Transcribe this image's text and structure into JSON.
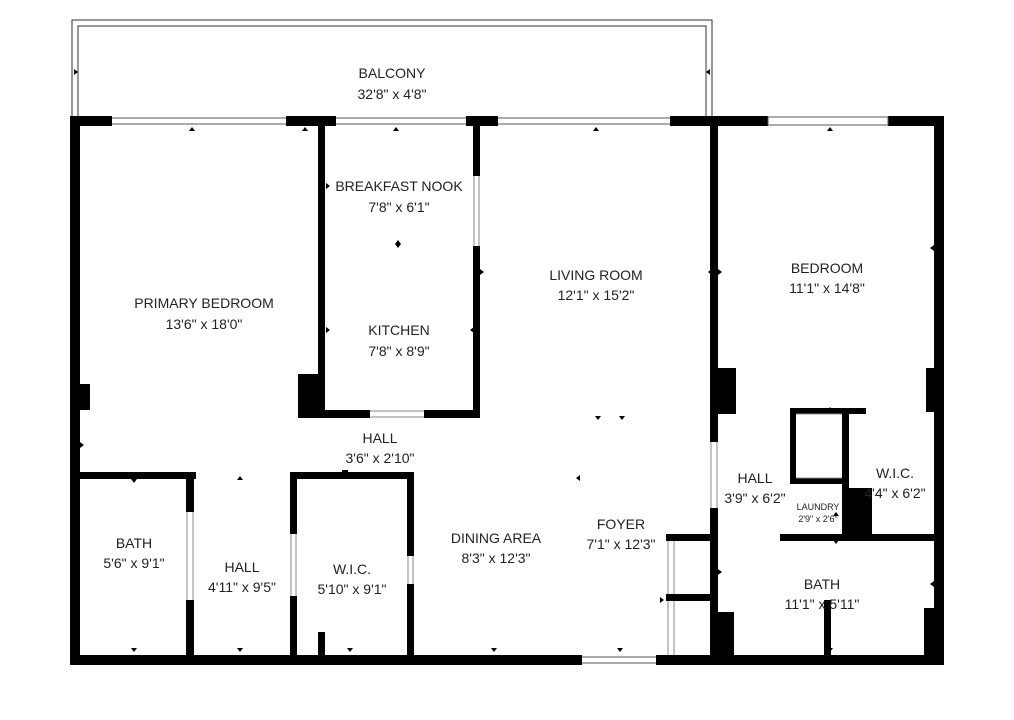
{
  "rooms": {
    "balcony": {
      "name": "BALCONY",
      "dims": "32'8\" x 4'8\""
    },
    "breakfast_nook": {
      "name": "BREAKFAST NOOK",
      "dims": "7'8\" x 6'1\""
    },
    "kitchen": {
      "name": "KITCHEN",
      "dims": "7'8\" x 8'9\""
    },
    "primary_bedroom": {
      "name": "PRIMARY BEDROOM",
      "dims": "13'6\" x 18'0\""
    },
    "living_room": {
      "name": "LIVING ROOM",
      "dims": "12'1\" x 15'2\""
    },
    "bedroom": {
      "name": "BEDROOM",
      "dims": "11'1\" x 14'8\""
    },
    "hall_center": {
      "name": "HALL",
      "dims": "3'6\" x 2'10\""
    },
    "hall_right": {
      "name": "HALL",
      "dims": "3'9\" x 6'2\""
    },
    "wic_right": {
      "name": "W.I.C.",
      "dims": "4'4\" x 6'2\""
    },
    "laundry": {
      "name": "LAUNDRY",
      "dims": "2'9\" x 2'6\""
    },
    "bath_left": {
      "name": "BATH",
      "dims": "5'6\" x 9'1\""
    },
    "hall_left": {
      "name": "HALL",
      "dims": "4'11\" x 9'5\""
    },
    "wic_left": {
      "name": "W.I.C.",
      "dims": "5'10\" x 9'1\""
    },
    "dining_area": {
      "name": "DINING AREA",
      "dims": "8'3\" x 12'3\""
    },
    "foyer": {
      "name": "FOYER",
      "dims": "7'1\" x 12'3\""
    },
    "bath_right": {
      "name": "BATH",
      "dims": "11'1\" x 5'11\""
    }
  },
  "colors": {
    "wall": "#000000",
    "background": "#ffffff",
    "text": "#222222"
  }
}
